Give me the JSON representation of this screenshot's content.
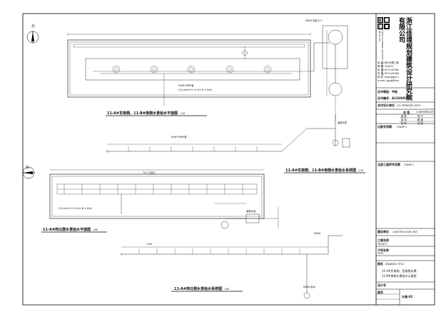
{
  "north_label": "北",
  "drawing_titles": {
    "plan1": "11-A#东南侧、11-B#南侧水景给水平面图",
    "plan1_scale": "1:50",
    "system1": "11-A#东南侧、11-B#南侧水景给水系统图",
    "system1_scale": "1:50",
    "plan2": "11-A#西北侧水景给水平面图",
    "plan2_scale": "1:80",
    "system2": "11-A#西北侧水景给水系统图",
    "system2_scale": "1:80"
  },
  "title_block": {
    "company_name": "浙江佳境规划建筑设计研究院有限公司",
    "company_sub": "ZHEJIANG JIAJING PLANNING ARCHITECTURAL DESIGN RESEARCH INSTITUTE",
    "info_lines": [
      "地 址: 杭州市教工路88号立元大厦 B 楼",
      "邮 编: 310012",
      "电 话: 0571-85360755",
      "传 真: 0571-85360756",
      "网 址: www.jjjgzx.com",
      "e-mail: jjgzjg@sina.com"
    ],
    "cert_grade": "证书等级：甲级",
    "cert_no": "证书编号：A133005277",
    "cooperation": "合作设计单位",
    "cooperation_en": "CO-OPERATED WITH",
    "countersign": "会  签",
    "countersign_en": "CONFIRMED BY",
    "disciplines": [
      [
        "建 筑",
        "电 气"
      ],
      [
        "结 构",
        "暖 通"
      ],
      [
        "给 排",
        "总 图"
      ]
    ],
    "stamp_label": "出图专用章",
    "stamp_en": "STAMP 1",
    "stamp_note": "注册工程师专用章",
    "stamp2_en": "STAMP 2",
    "construction_unit": "建设单位",
    "construction_unit_en": "CONSTRUCTION UNIT",
    "project_name": "工程名称",
    "project_en": "PROJECT",
    "item_name": "子项名称",
    "item_en": "ITEM",
    "drawing_name_label": "图名",
    "drawing_title_en": "DRAWING TITLE",
    "drawing_name_lines": [
      "11-A#东南侧、西南侧水景、",
      "11-B#南侧水景给水示意图"
    ],
    "designer": "设计号",
    "sheet_no_label": "图号",
    "sheet_no": "水施-02"
  },
  "annotations": {
    "riser": "DN50 标高 0.3",
    "pipe_note": "PvdP-HDPE管",
    "pump_note": "景观水泵",
    "valve": "DN50",
    "dim_a": "2700",
    "dim_total": "74.1 (总长)",
    "tank": "景观水池",
    "cleanout": "DN40 给水",
    "spec": "Q 6.4m³/h H 11.2m N 1.1kW"
  }
}
